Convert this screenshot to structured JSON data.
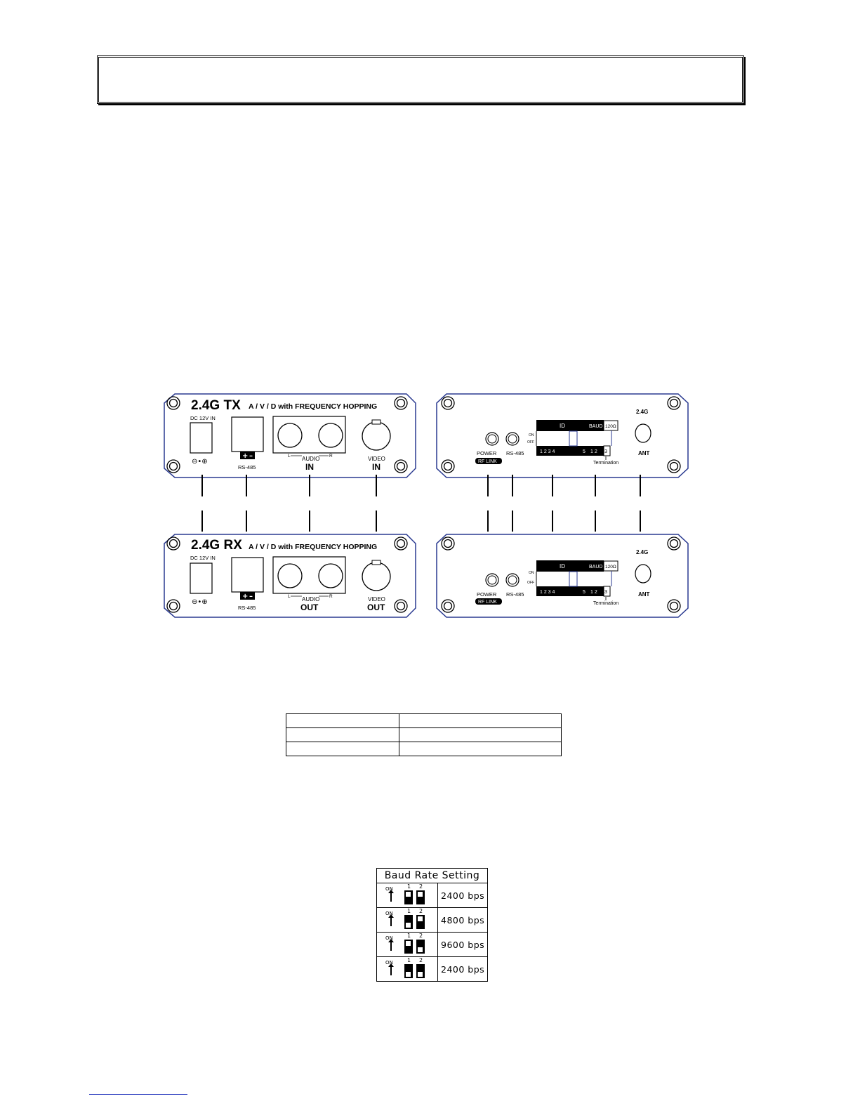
{
  "tx_front": {
    "model": "2.4G TX",
    "subtitle": "A / V / D with FREQUENCY HOPPING",
    "dc_label": "DC 12V IN",
    "polarity": "⊖•⊕",
    "rs485_label": "RS-485",
    "audio_label": "AUDIO",
    "audio_dir": "IN",
    "video_label": "VIDEO",
    "video_dir": "IN",
    "left": "L",
    "right": "R"
  },
  "rx_front": {
    "model": "2.4G RX",
    "subtitle": "A / V / D with FREQUENCY HOPPING",
    "dc_label": "DC 12V IN",
    "polarity": "⊖•⊕",
    "rs485_label": "RS-485",
    "audio_label": "AUDIO",
    "audio_dir": "OUT",
    "video_label": "VIDEO",
    "video_dir": "OUT",
    "left": "L",
    "right": "R"
  },
  "rear": {
    "power": "POWER",
    "rf_link": "RF LINK",
    "rs485": "RS-485",
    "id": "ID",
    "baud": "BAUD",
    "ohm": "120Ω",
    "on": "ON",
    "off": "OFF",
    "id_nums": "1  2  3  4",
    "id_five": "5",
    "baud_nums": "1  2",
    "term_num": "3",
    "termination": "Termination",
    "band": "2.4G",
    "ant": "ANT"
  },
  "baud_table": {
    "title": "Baud Rate Setting",
    "on": "ON",
    "sw1": "1",
    "sw2": "2",
    "rows": [
      {
        "rate": "2400 bps",
        "sw1_on": true,
        "sw2_on": true
      },
      {
        "rate": "4800 bps",
        "sw1_on": false,
        "sw2_on": true
      },
      {
        "rate": "9600 bps",
        "sw1_on": true,
        "sw2_on": false
      },
      {
        "rate": "2400 bps",
        "sw1_on": false,
        "sw2_on": false
      }
    ]
  }
}
